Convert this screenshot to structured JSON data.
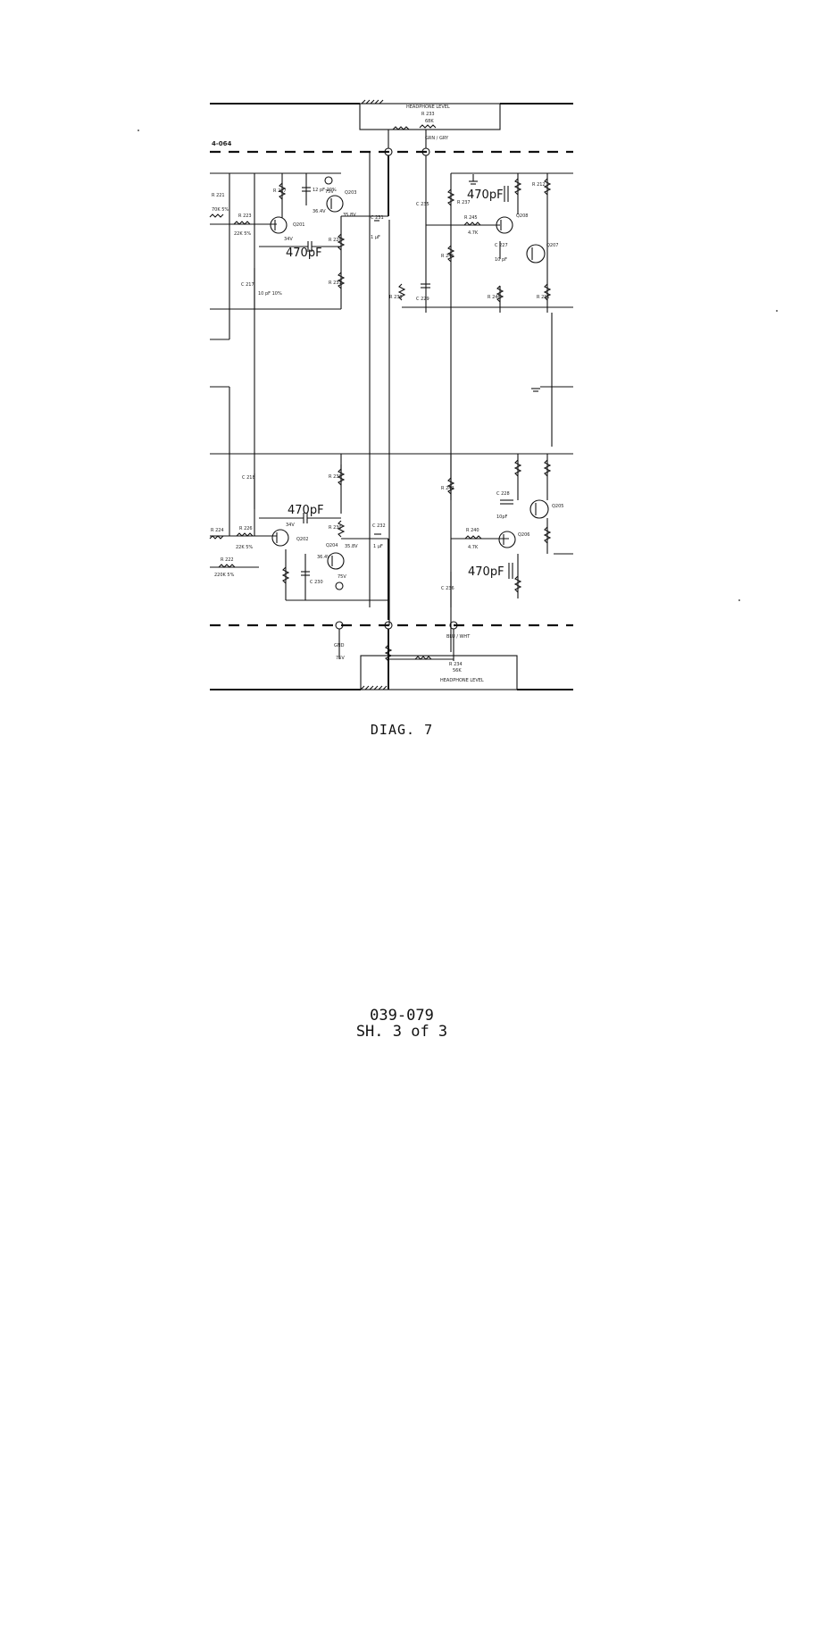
{
  "schematic": {
    "section_ref": "4-064",
    "headphone_level_top": "HEADPHONE LEVEL",
    "headphone_level_bottom": "HEADPHONE LEVEL",
    "capacitor_values": [
      "470pF",
      "470pF",
      "470pF",
      "470pF"
    ],
    "transistors": [
      "Q201",
      "Q202",
      "Q203",
      "Q204",
      "Q205",
      "Q206",
      "Q207",
      "Q208"
    ],
    "components": {
      "r233": "R 233",
      "r233_val": "68K",
      "r234": "R 234",
      "r234_val": "56K",
      "c231": "C 231",
      "c231_val": "1 µF",
      "c232": "C 232",
      "c232_val": "1 µF",
      "c235": "C 235",
      "c236": "C 236",
      "r227": "R 227",
      "r231": "R 231",
      "r228": "R 228",
      "r230": "R 230",
      "r245": "R 245",
      "r246": "R 246",
      "r221": "R 221",
      "r222": "R 222",
      "r223": "R 223",
      "r224": "R 224",
      "r226": "R 226",
      "r212": "R 212",
      "r211": "R 211",
      "c227": "C 227",
      "c228": "C 228",
      "c217": "C 217",
      "c218": "C 218",
      "c229": "C 229",
      "c230": "C 230",
      "r237": "R 237",
      "r238": "R 238",
      "r239": "R 239",
      "r240": "R 240",
      "r241": "R 241",
      "r242": "R 242",
      "v_q201": "34V",
      "v_q201_e": "36.4V",
      "v_q203": "35.8V",
      "v_q202": "34V",
      "v_q202_e": "36.4V",
      "v_q204": "35.8V",
      "v_75a": "75V",
      "v_75b": "75V",
      "v_75c": "75V",
      "r_70k": "70K 5%",
      "r_22k_a": "22K 5%",
      "r_22k_b": "22K 5%",
      "r_220k": "220K 5%",
      "r_4_7k_a": "4.7K",
      "r_4_7k_b": "4.7K",
      "c_10pf_a": "10 pF",
      "c_10pf_b": "10pF",
      "c_12pf": "12 pF 20%",
      "c_10pf_c": "10 pF 10%",
      "crn_gry": "GRN / GRY",
      "blu_wht": "BLU / WHT",
      "gnd": "GND"
    }
  },
  "captions": {
    "diagram": "DIAG. 7",
    "doc_number": "039-079",
    "sheet": "SH. 3 of 3"
  }
}
